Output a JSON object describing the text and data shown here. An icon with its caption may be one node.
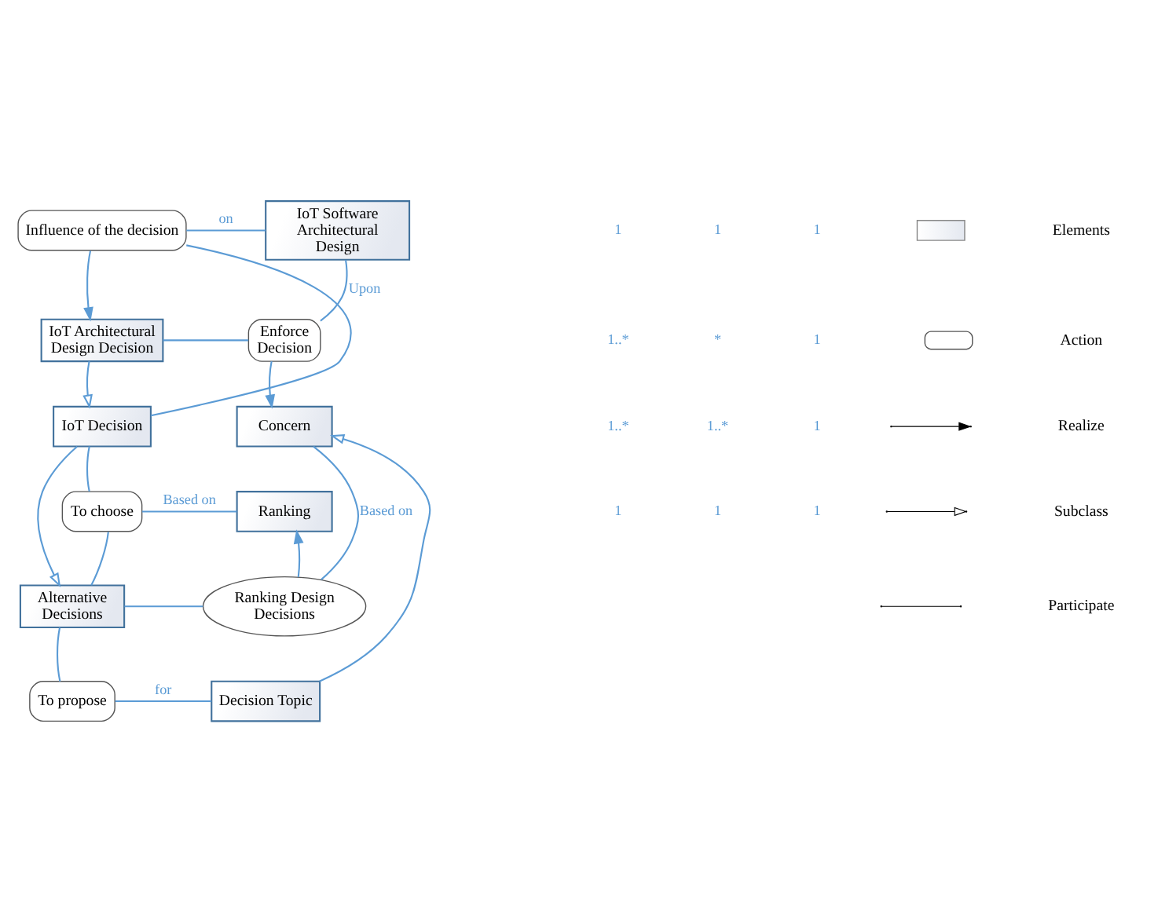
{
  "diagram": {
    "nodes": [
      {
        "text": [
          "Influence of the decision"
        ]
      },
      {
        "text": [
          "IoT Software Architectural Design"
        ]
      },
      {
        "text": [
          "IoT Architectural Design Decision"
        ]
      },
      {
        "text": [
          "Enforce Decision"
        ]
      },
      {
        "text": [
          "IoT Decision"
        ]
      },
      {
        "text": [
          "Concern"
        ]
      },
      {
        "text": [
          "To choose"
        ]
      },
      {
        "text": [
          "Ranking"
        ]
      },
      {
        "text": [
          "Alternative Decisions"
        ]
      },
      {
        "text": [
          "Ranking Design Decisions"
        ]
      },
      {
        "text": [
          "To propose"
        ]
      },
      {
        "text": [
          "Decision Topic"
        ]
      }
    ],
    "edges": [
      {
        "from": 4,
        "to": 0,
        "arrow": "none"
      },
      {
        "from": 0,
        "to": 1,
        "arrow": "none",
        "label": "on"
      },
      {
        "from": 0,
        "to": 2,
        "arrow": "to"
      },
      {
        "from": 3,
        "to": 1,
        "arrow": "none",
        "label": "Upon"
      },
      {
        "from": 2,
        "to": 3,
        "arrow": "none"
      },
      {
        "from": 3,
        "to": 5,
        "arrow": "to"
      },
      {
        "from": 2,
        "to": 4,
        "arrow": "to"
      },
      {
        "from": 4,
        "to": 6,
        "arrow": "none"
      },
      {
        "from": 6,
        "to": 7,
        "arrow": "none",
        "label": "Based on"
      },
      {
        "from": 8,
        "to": 6,
        "arrow": "none"
      },
      {
        "from": 4,
        "to": 8,
        "arrow": "to"
      },
      {
        "from": 9,
        "to": 7,
        "arrow": "to"
      },
      {
        "from": 8,
        "to": 9,
        "arrow": "none"
      },
      {
        "from": 9,
        "to": 5,
        "arrow": "none",
        "label": "Based on"
      },
      {
        "from": 8,
        "to": 10,
        "arrow": "none"
      },
      {
        "from": 10,
        "to": 11,
        "arrow": "none",
        "label": "for"
      },
      {
        "from": 11,
        "to": 5,
        "arrow": "to"
      }
    ],
    "labels": [
      "1",
      "1",
      "1",
      "1",
      "1",
      "*",
      "1..*",
      "1",
      "1",
      "1..*",
      "1..*",
      "1"
    ],
    "legend": [
      {
        "text": "Elements"
      },
      {
        "text": "Action"
      },
      {
        "text": "Realize"
      },
      {
        "text": "Subclass"
      },
      {
        "text": "Participate"
      }
    ]
  }
}
